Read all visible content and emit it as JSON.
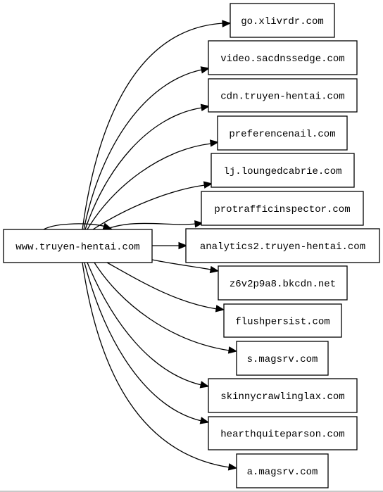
{
  "graph": {
    "source": {
      "id": "src",
      "label": "www.truyen-hentai.com"
    },
    "targets": [
      {
        "id": "t0",
        "label": "go.xlivrdr.com"
      },
      {
        "id": "t1",
        "label": "video.sacdnssedge.com"
      },
      {
        "id": "t2",
        "label": "cdn.truyen-hentai.com"
      },
      {
        "id": "t3",
        "label": "preferencenail.com"
      },
      {
        "id": "t4",
        "label": "lj.loungedcabrie.com"
      },
      {
        "id": "t5",
        "label": "protrafficinspector.com"
      },
      {
        "id": "t6",
        "label": "analytics2.truyen-hentai.com"
      },
      {
        "id": "t7",
        "label": "z6v2p9a8.bkcdn.net"
      },
      {
        "id": "t8",
        "label": "flushpersist.com"
      },
      {
        "id": "t9",
        "label": "s.magsrv.com"
      },
      {
        "id": "t10",
        "label": "skinnycrawlinglax.com"
      },
      {
        "id": "t11",
        "label": "hearthquiteparson.com"
      },
      {
        "id": "t12",
        "label": "a.magsrv.com"
      }
    ],
    "edges": [
      {
        "from": "src",
        "to": "src"
      },
      {
        "from": "src",
        "to": "t0"
      },
      {
        "from": "src",
        "to": "t1"
      },
      {
        "from": "src",
        "to": "t2"
      },
      {
        "from": "src",
        "to": "t3"
      },
      {
        "from": "src",
        "to": "t4"
      },
      {
        "from": "src",
        "to": "t5"
      },
      {
        "from": "src",
        "to": "t6"
      },
      {
        "from": "src",
        "to": "t7"
      },
      {
        "from": "src",
        "to": "t8"
      },
      {
        "from": "src",
        "to": "t9"
      },
      {
        "from": "src",
        "to": "t10"
      },
      {
        "from": "src",
        "to": "t11"
      },
      {
        "from": "src",
        "to": "t12"
      }
    ]
  }
}
